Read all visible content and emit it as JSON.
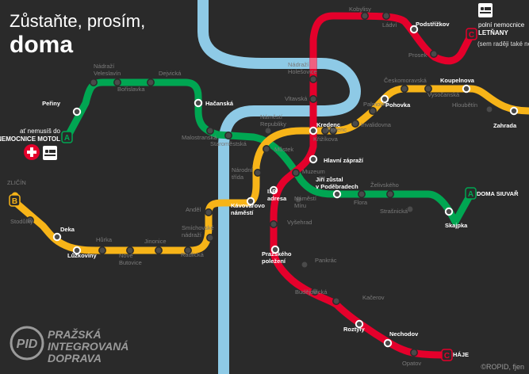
{
  "title": {
    "line1": "Zůstaňte, prosím,",
    "line2": "doma"
  },
  "logo": {
    "line1": "PRAŽSKÁ",
    "line2": "INTEGROVANÁ",
    "line3": "DOPRAVA",
    "mark": "PID"
  },
  "copyright": "©ROPID, fjen",
  "terminals": {
    "green_west": "A",
    "green_east": "A",
    "yellow_west": "B",
    "yellow_east": "",
    "red_north": "C",
    "red_south": "C"
  },
  "notes": {
    "motol_small": "ať nemusíš do",
    "motol": "NEMOCNICE MOTOL",
    "letnany_small": "polní nemocnice",
    "letnany": "LETŇANY",
    "letnany_clip": "(sem raději také ne"
  },
  "colors": {
    "background": "#2a2a2a",
    "green": "#00a652",
    "yellow": "#f7b418",
    "red": "#e4002b",
    "river": "#8ecae6",
    "stop_fill": "#4a4a4a",
    "white_text": "#ffffff",
    "grey_text": "#7a7a7a"
  },
  "icons": [
    "hospital-cross-icon",
    "bed-icon",
    "pid-logo-icon"
  ],
  "stations": [
    {
      "id": "perinky",
      "t": "Peřiny",
      "w": true
    },
    {
      "id": "nadrazi-veleslavin",
      "t": "Nádraží Veleslavín",
      "w": false
    },
    {
      "id": "borislavka",
      "t": "Bořislavka",
      "w": false
    },
    {
      "id": "dejvicka",
      "t": "Dejvická",
      "w": false
    },
    {
      "id": "hacanska",
      "t": "Hačanská",
      "w": true
    },
    {
      "id": "malostranska",
      "t": "Malostranská",
      "w": false
    },
    {
      "id": "staromestska",
      "t": "Staroměstská",
      "w": false
    },
    {
      "id": "namesti-republiky",
      "t": "Náměstí Republiky",
      "w": false
    },
    {
      "id": "kredenc",
      "t": "Kredenc",
      "w": true
    },
    {
      "id": "florenc",
      "t": "Florenc",
      "w": false
    },
    {
      "id": "krizikova",
      "t": "Křižíkova",
      "w": false
    },
    {
      "id": "invalidovna",
      "t": "Invalidovna",
      "w": false
    },
    {
      "id": "palmovka",
      "t": "Palmovka",
      "w": false
    },
    {
      "id": "pohovka",
      "t": "Pohovka",
      "w": true
    },
    {
      "id": "ceskomoravska",
      "t": "Českomoravská",
      "w": false
    },
    {
      "id": "vysocanska",
      "t": "Vysočanská",
      "w": false
    },
    {
      "id": "koupelnova",
      "t": "Koupelnova",
      "w": true
    },
    {
      "id": "hloubetin",
      "t": "Hloubětín",
      "w": false
    },
    {
      "id": "zahrada",
      "t": "Zahrada",
      "w": true
    },
    {
      "id": "mustek",
      "t": "Můstek",
      "w": false
    },
    {
      "id": "hlavni-zaprazi",
      "t": "Hlavní zápraží",
      "w": true
    },
    {
      "id": "muzeum",
      "t": "Muzeum",
      "w": false
    },
    {
      "id": "jiri-zustal",
      "t": "Jiří zůstal v Poděbradech",
      "w": true
    },
    {
      "id": "zelivskeho",
      "t": "Želivského",
      "w": false
    },
    {
      "id": "flora",
      "t": "Flora",
      "w": false
    },
    {
      "id": "namesti-miru",
      "t": "Náměstí Míru",
      "w": false
    },
    {
      "id": "strasnicka",
      "t": "Strašnická",
      "w": false
    },
    {
      "id": "skalka",
      "t": "Skajpka",
      "w": true
    },
    {
      "id": "doma-siuvar",
      "t": "DOMA SIUVAŘ",
      "w": true
    },
    {
      "id": "narodni-trida",
      "t": "Národní třída",
      "w": false
    },
    {
      "id": "i-p-adresa",
      "t": "I. P. adresa",
      "w": true
    },
    {
      "id": "kavovarovo",
      "t": "Kávovarovo náměstí",
      "w": true
    },
    {
      "id": "andel",
      "t": "Anděl",
      "w": false
    },
    {
      "id": "smichovske",
      "t": "Smíchovské nádraží",
      "w": false
    },
    {
      "id": "radlicka",
      "t": "Radlická",
      "w": false
    },
    {
      "id": "jinonice",
      "t": "Jinonice",
      "w": false
    },
    {
      "id": "nove-butovice",
      "t": "Nové Butovice",
      "w": false
    },
    {
      "id": "hurka",
      "t": "Hůrka",
      "w": false
    },
    {
      "id": "luzkoviny",
      "t": "Lůžkoviny",
      "w": true
    },
    {
      "id": "deka",
      "t": "Deka",
      "w": true
    },
    {
      "id": "stodulky",
      "t": "Stodůlky",
      "w": false
    },
    {
      "id": "zlicin",
      "t": "ZLIČÍN",
      "w": false
    },
    {
      "id": "kobylisy",
      "t": "Kobylisy",
      "w": false
    },
    {
      "id": "ladvi",
      "t": "Ládví",
      "w": false
    },
    {
      "id": "podstrizkov",
      "t": "Podstřížkov",
      "w": true
    },
    {
      "id": "prosek",
      "t": "Prosek",
      "w": false
    },
    {
      "id": "nadrazi-holesovice",
      "t": "Nádraží Holešovice",
      "w": false
    },
    {
      "id": "vltavska",
      "t": "Vltavská",
      "w": false
    },
    {
      "id": "vysehrad",
      "t": "Vyšehrad",
      "w": false
    },
    {
      "id": "prazskeho-polezeni",
      "t": "Pražského poležení",
      "w": true
    },
    {
      "id": "pankrac",
      "t": "Pankrác",
      "w": false
    },
    {
      "id": "budejovicka",
      "t": "Budějovická",
      "w": false
    },
    {
      "id": "kacerov",
      "t": "Kačerov",
      "w": false
    },
    {
      "id": "roztyly",
      "t": "Roztyly",
      "w": true
    },
    {
      "id": "nechodov",
      "t": "Nechodov",
      "w": true
    },
    {
      "id": "opatov",
      "t": "Opatov",
      "w": false
    },
    {
      "id": "haje",
      "t": "HÁJE",
      "w": true
    }
  ]
}
